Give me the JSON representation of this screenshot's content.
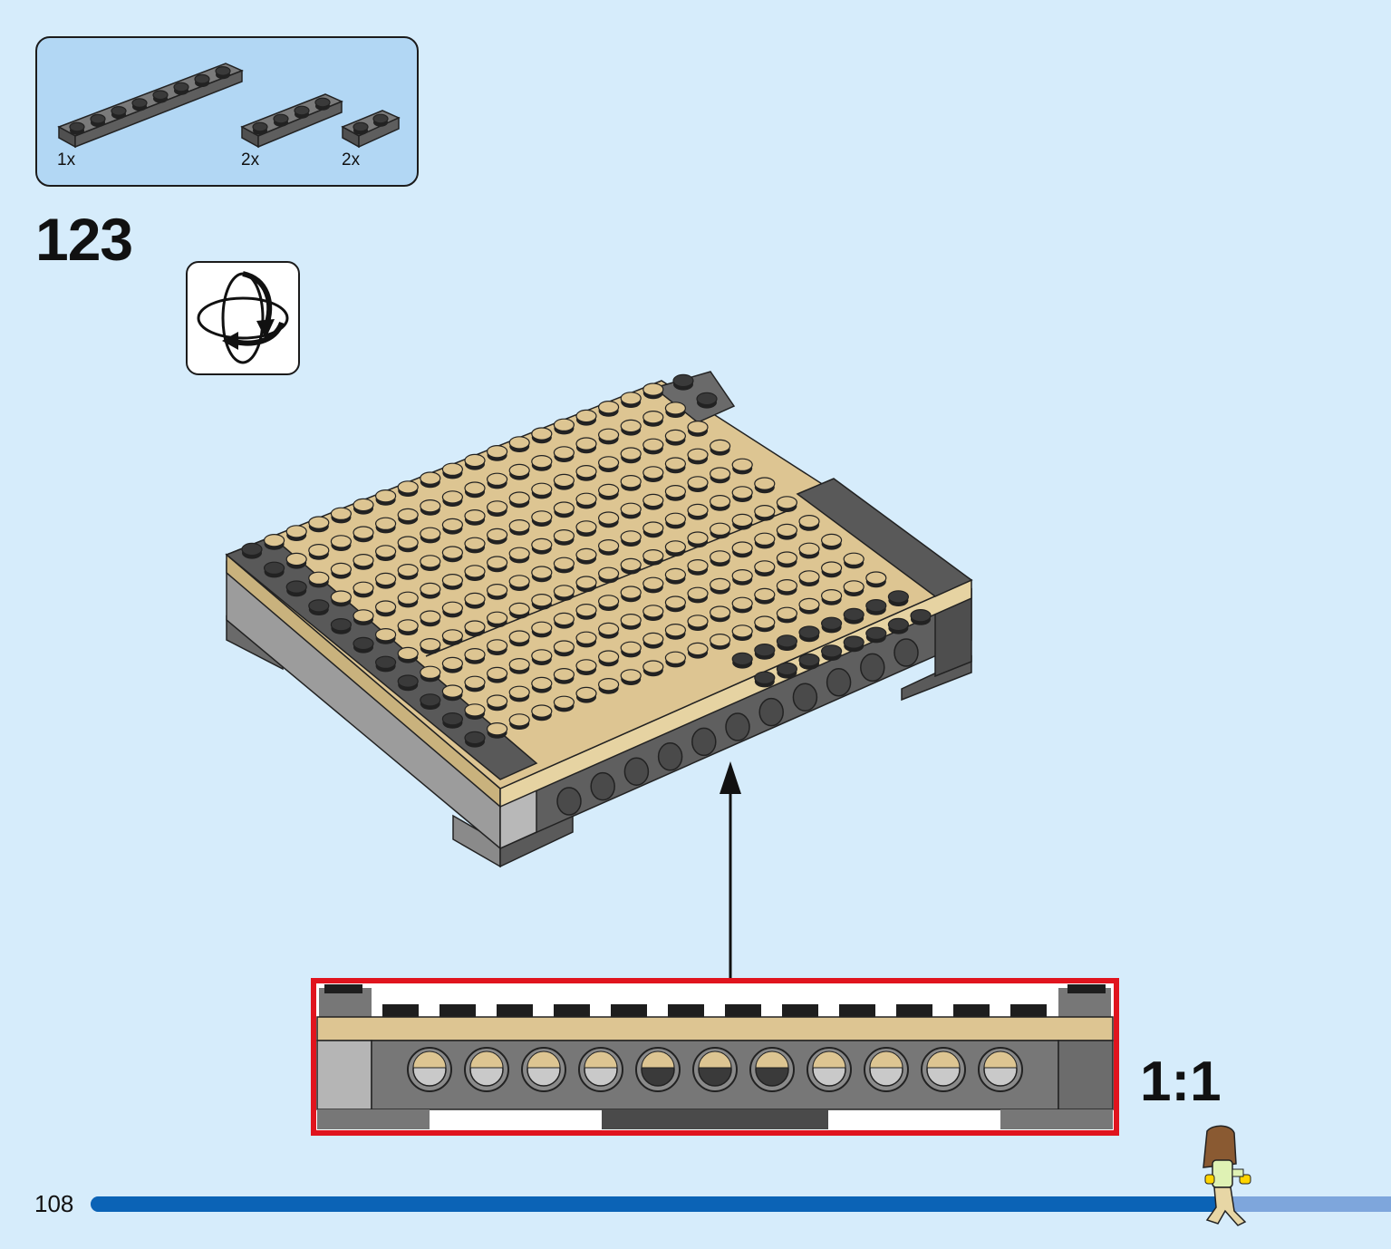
{
  "parts_list": {
    "items": [
      {
        "quantity": "1x",
        "part": "plate-1x8",
        "color": "#5c5c5c"
      },
      {
        "quantity": "2x",
        "part": "plate-1x4",
        "color": "#5c5c5c"
      },
      {
        "quantity": "2x",
        "part": "plate-1x2",
        "color": "#5c5c5c"
      }
    ]
  },
  "step": {
    "number": "123",
    "icon": "rotate-model-icon"
  },
  "callout": {
    "scale": "1:1",
    "border_color": "#e0141e"
  },
  "footer": {
    "page_number": "108",
    "progress": 0.87
  },
  "colors": {
    "background": "#d6ecfb",
    "tan": "#ddc592",
    "dark_gray": "#5a5a5a",
    "light_gray": "#a4a4a4",
    "black": "#1e1e1e",
    "progress_fill": "#0b63b6",
    "progress_track": "#7ea6dc"
  }
}
